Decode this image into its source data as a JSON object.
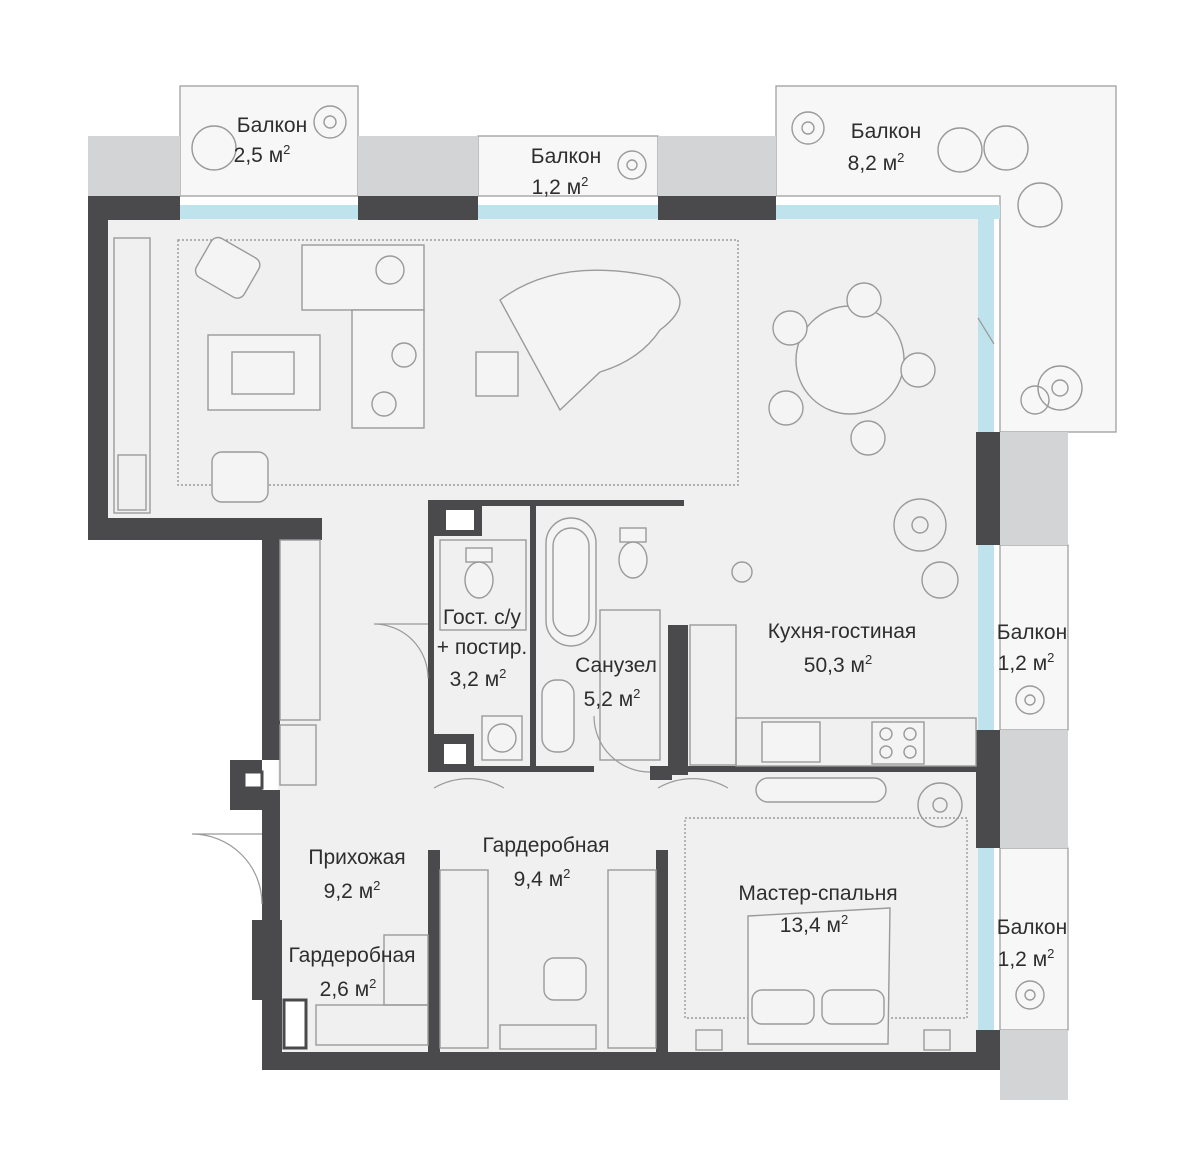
{
  "plan": {
    "colors": {
      "wall": "#4a4a4c",
      "facade_panel": "#d2d4d5",
      "floor": "#f0f0f0",
      "balcony_floor": "#f7f7f7",
      "window_glass": "#bfe3ec",
      "text": "#2e2e2e"
    },
    "area_unit": "м",
    "area_unit_exp": "2",
    "rooms": [
      {
        "id": "balcony-1",
        "name": "Балкон",
        "area": "2,5"
      },
      {
        "id": "balcony-2",
        "name": "Балкон",
        "area": "1,2"
      },
      {
        "id": "balcony-3",
        "name": "Балкон",
        "area": "8,2"
      },
      {
        "id": "balcony-4",
        "name": "Балкон",
        "area": "1,2"
      },
      {
        "id": "balcony-5",
        "name": "Балкон",
        "area": "1,2"
      },
      {
        "id": "guest-bathroom",
        "name": "Гост. с/у",
        "name2": "+ постир.",
        "area": "3,2"
      },
      {
        "id": "bathroom",
        "name": "Санузел",
        "area": "5,2"
      },
      {
        "id": "kitchen-living",
        "name": "Кухня-гостиная",
        "area": "50,3"
      },
      {
        "id": "hallway",
        "name": "Прихожая",
        "area": "9,2"
      },
      {
        "id": "wardrobe-large",
        "name": "Гардеробная",
        "area": "9,4"
      },
      {
        "id": "wardrobe-small",
        "name": "Гардеробная",
        "area": "2,6"
      },
      {
        "id": "master-bedroom",
        "name": "Мастер-спальня",
        "area": "13,4"
      }
    ],
    "icons": [
      "sofa-icon",
      "armchair-icon",
      "grand-piano-icon",
      "dining-table-icon",
      "plant-icon",
      "bed-icon",
      "bathtub-icon",
      "toilet-icon",
      "sink-icon",
      "washing-machine-icon",
      "stove-icon",
      "door-icon",
      "window-icon"
    ]
  }
}
